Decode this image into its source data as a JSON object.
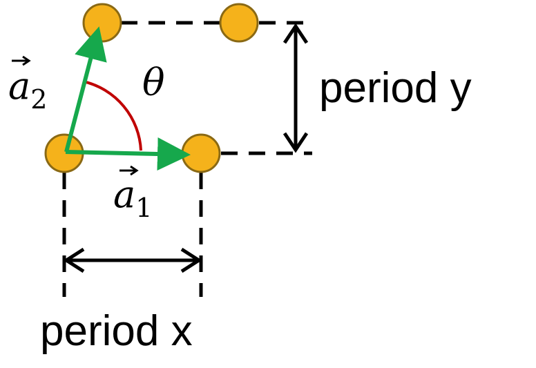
{
  "labels": {
    "vector_a1": {
      "letter": "a",
      "subscript": "1"
    },
    "vector_a2": {
      "letter": "a",
      "subscript": "2"
    },
    "angle": "θ",
    "period_x": "period x",
    "period_y": "period y"
  },
  "colors": {
    "atom_fill": "#F5B21B",
    "atom_stroke": "#8A6914",
    "lattice_vector": "#16A84C",
    "angle_arc": "#C00000",
    "dimension_line": "#000000"
  }
}
